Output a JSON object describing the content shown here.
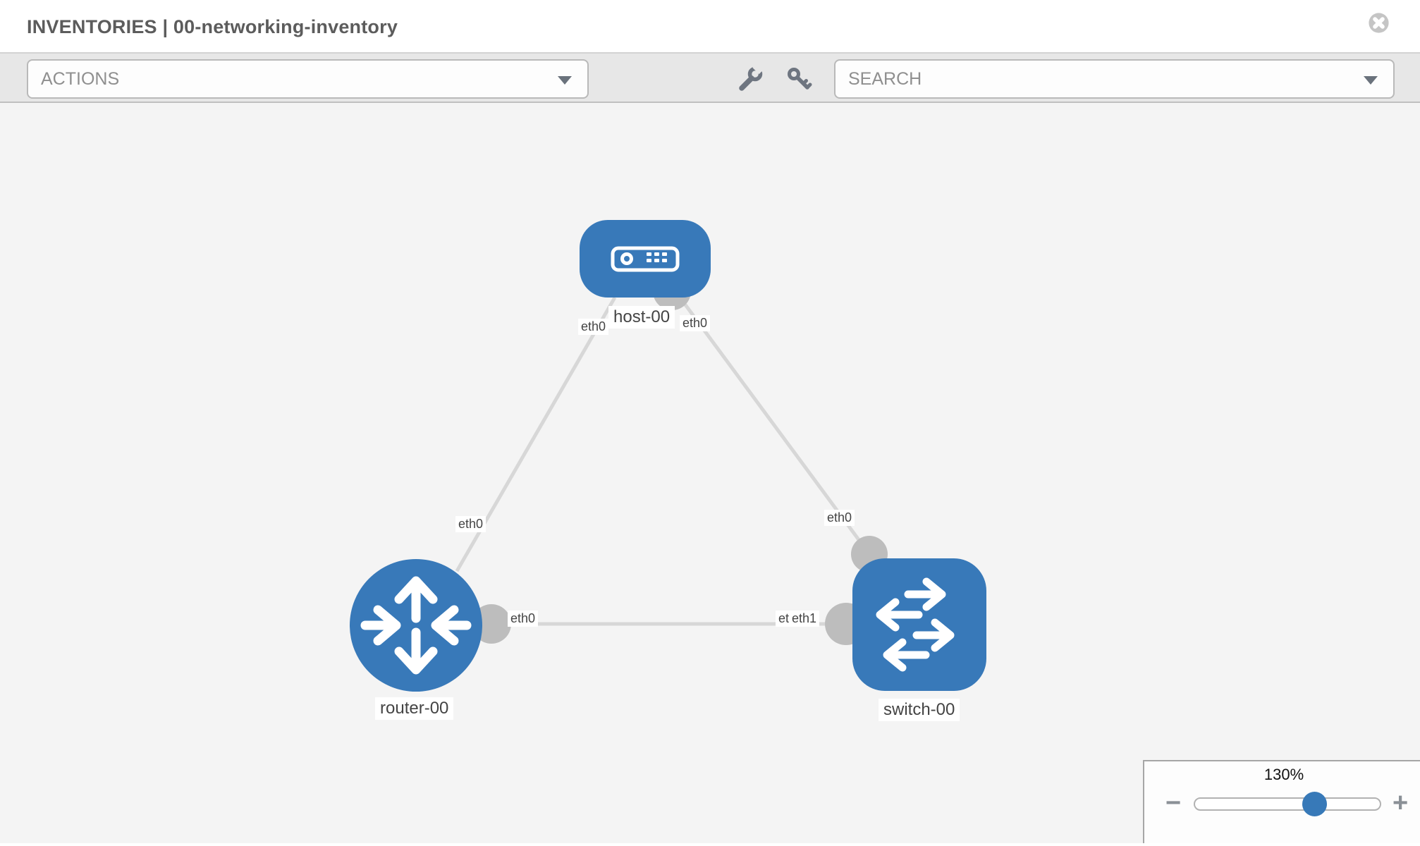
{
  "header": {
    "title": "INVENTORIES | 00-networking-inventory"
  },
  "toolbar": {
    "actions_label": "ACTIONS",
    "search_label": "SEARCH"
  },
  "topology": {
    "nodes": [
      {
        "label": "host-00",
        "type": "host"
      },
      {
        "label": "router-00",
        "type": "router"
      },
      {
        "label": "switch-00",
        "type": "switch"
      }
    ],
    "links": [
      {
        "from": "host-00",
        "from_iface": "eth0",
        "to": "router-00",
        "to_iface": "eth0"
      },
      {
        "from": "host-00",
        "from_iface": "eth0",
        "to": "switch-00",
        "to_iface": "eth0"
      },
      {
        "from": "router-00",
        "from_iface": "eth0",
        "to": "switch-00",
        "to_iface": "eth1"
      }
    ],
    "iface_labels": {
      "host_left": "eth0",
      "host_right": "eth0",
      "router_upper": "eth0",
      "switch_upper": "eth0",
      "mid_left": "eth0",
      "mid_behind": "eth0",
      "mid_front": "eth1"
    }
  },
  "zoom_control": {
    "level": "130%",
    "minus": "−",
    "plus": "+"
  },
  "colors": {
    "node_blue": "#3879b9",
    "link_gray": "#d7d7d7",
    "port_gray": "#bdbdbd"
  }
}
